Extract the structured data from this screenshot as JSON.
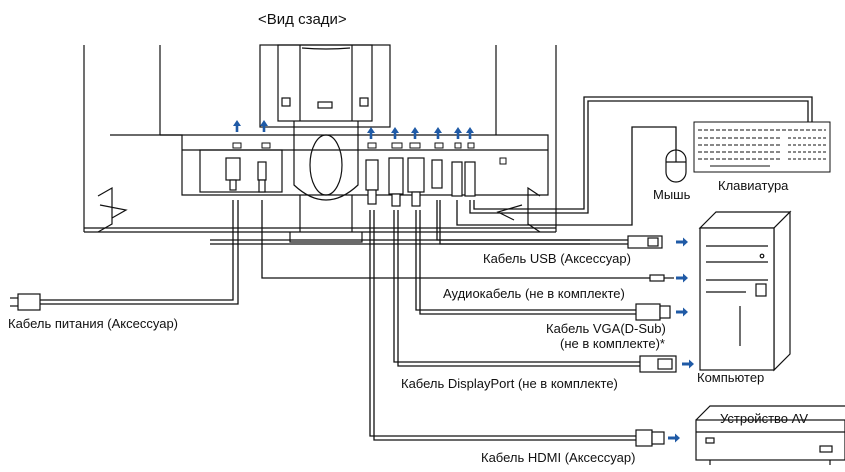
{
  "title": "<Вид сзади>",
  "labels": {
    "mouse": "Мышь",
    "keyboard": "Клавиатура",
    "usb_cable": "Кабель USB (Аксессуар)",
    "audio_cable": "Аудиокабель (не в комплекте)",
    "vga_cable_line1": "Кабель VGA(D-Sub)",
    "vga_cable_line2": "(не в комплекте)*",
    "displayport_cable": "Кабель DisplayPort (не в комплекте)",
    "computer": "Компьютер",
    "power_cable": "Кабель питания (Аксессуар)",
    "av_device": "Устройство AV",
    "hdmi_cable": "Кабель HDMI (Аксессуар)"
  },
  "colors": {
    "line": "#111111",
    "arrow": "#1f5aa6",
    "background": "#ffffff"
  },
  "icons": {
    "port_arrows": "up-arrow-icon",
    "connection_arrows": "right-arrow-icon"
  }
}
